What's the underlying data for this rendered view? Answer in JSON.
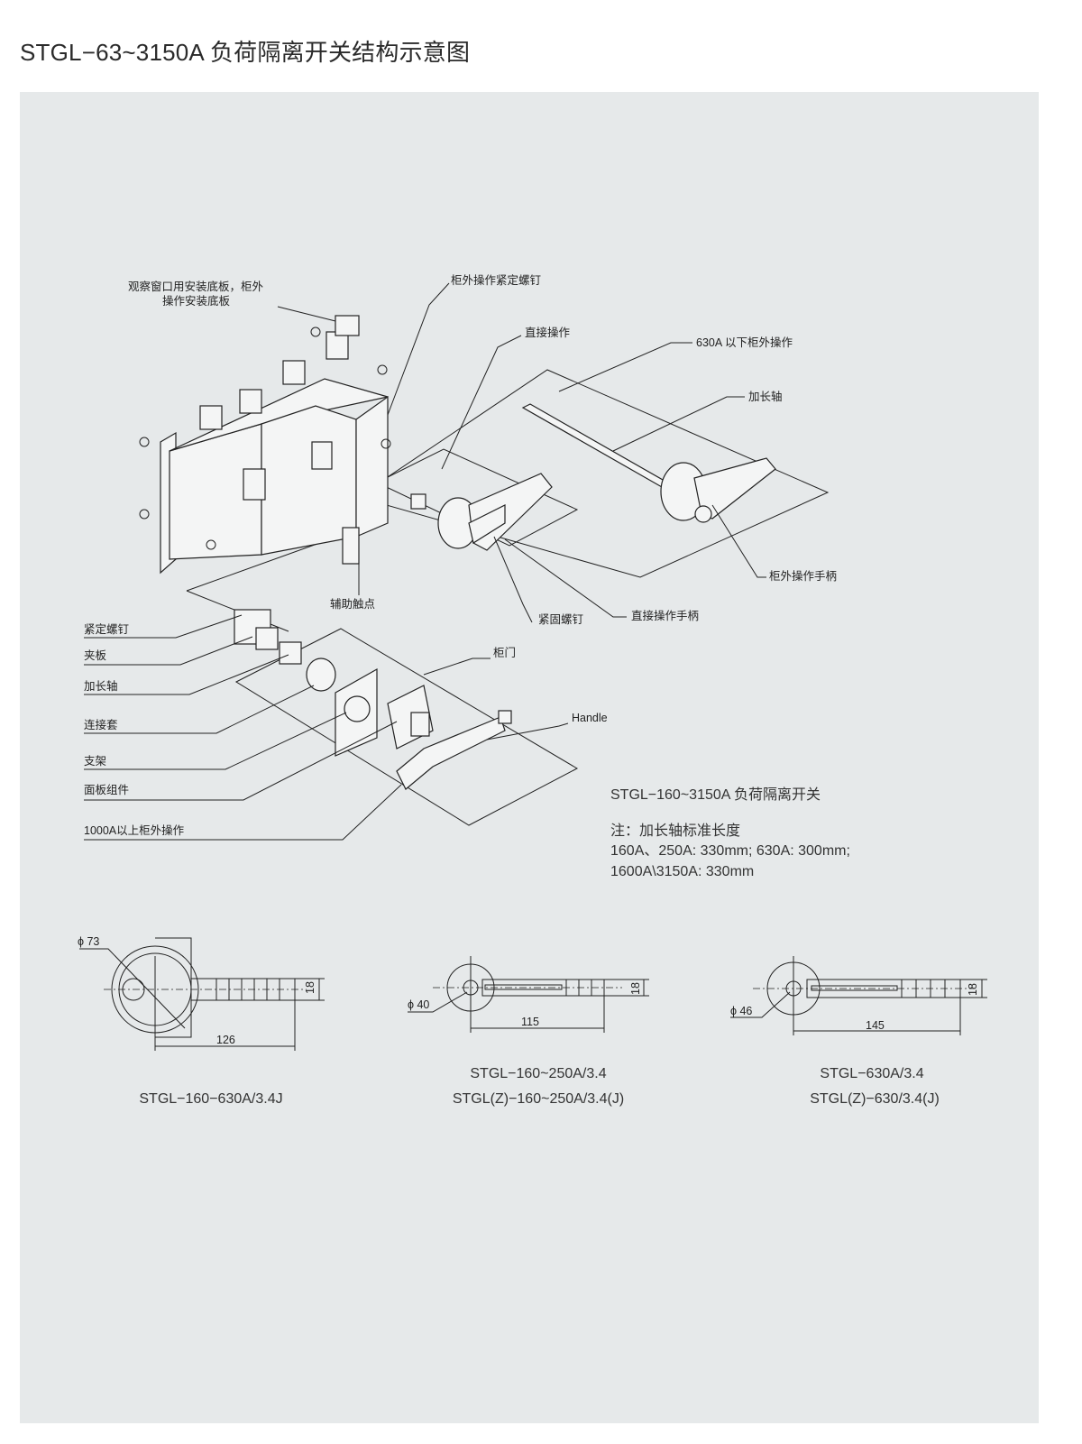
{
  "title": "STGL−63~3150A 负荷隔离开关结构示意图",
  "labels": {
    "mount_plate_1": "观察窗口用安装底板，柜外",
    "mount_plate_2": "操作安装底板",
    "outer_set_screw": "柜外操作紧定螺钉",
    "direct_op": "直接操作",
    "below_630a": "630A 以下柜外操作",
    "extension_shaft_top": "加长轴",
    "outer_handle": "柜外操作手柄",
    "aux_contact": "辅助触点",
    "fastening_screw": "紧固螺钉",
    "direct_handle": "直接操作手柄",
    "cabinet_door": "柜门",
    "handle": "Handle",
    "left": [
      "紧定螺钉",
      "夹板",
      "加长轴",
      "连接套",
      "支架",
      "面板组件",
      "1000A以上柜外操作"
    ]
  },
  "notes": {
    "product": "STGL−160~3150A 负荷隔离开关",
    "note_title": "注：加长轴标准长度",
    "note_line1": "160A、250A: 330mm; 630A: 300mm;",
    "note_line2": "1600A\\3150A: 330mm"
  },
  "dimensions": [
    {
      "diameter": "ϕ 73",
      "width": "18",
      "length": "126",
      "caption": [
        "STGL−160−630A/3.4J"
      ]
    },
    {
      "diameter": "ϕ 40",
      "width": "18",
      "length": "115",
      "caption": [
        "STGL−160~250A/3.4",
        "STGL(Z)−160~250A/3.4(J)"
      ]
    },
    {
      "diameter": "ϕ 46",
      "width": "18",
      "length": "145",
      "caption": [
        "STGL−630A/3.4",
        "STGL(Z)−630/3.4(J)"
      ]
    }
  ]
}
